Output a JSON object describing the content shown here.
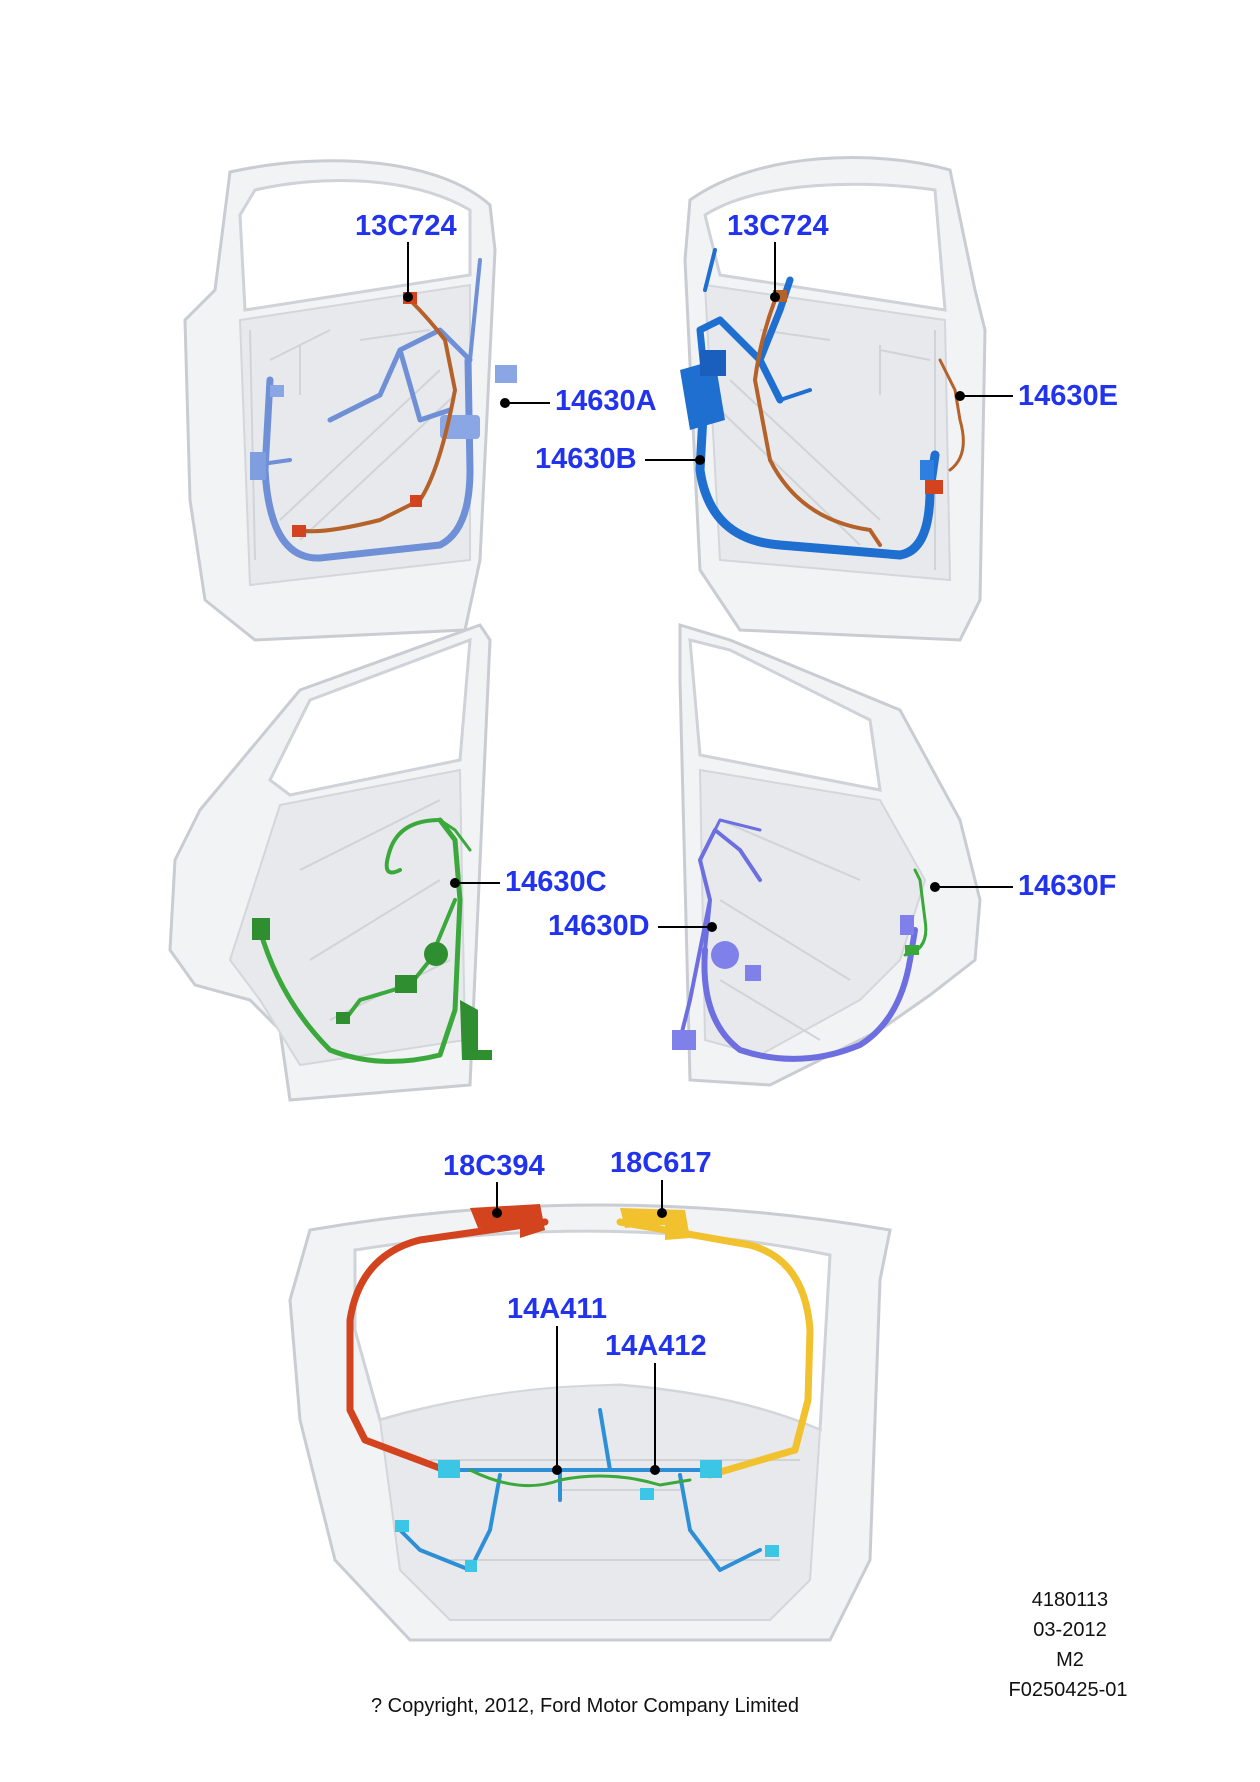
{
  "colors": {
    "callout": "#2233ee",
    "harness_front_left": "#6f8fd6",
    "harness_front_right": "#1f6fd0",
    "harness_rear_left": "#3aa83a",
    "harness_rear_right": "#6d6ee0",
    "harness_red": "#d2431e",
    "harness_orange": "#b5622a",
    "harness_yellow": "#f2c12e",
    "harness_tailgate_blue": "#2d8fd6",
    "connector_cyan": "#3cc6e6"
  },
  "callouts": {
    "front_left_mirror": "13C724",
    "front_right_mirror": "13C724",
    "front_left_harness": "14630A",
    "front_right_harness": "14630B",
    "front_right_aux": "14630E",
    "rear_left_harness": "14630C",
    "rear_right_harness": "14630D",
    "rear_right_aux": "14630F",
    "tailgate_left": "18C394",
    "tailgate_right": "18C617",
    "tailgate_center_a": "14A411",
    "tailgate_center_b": "14A412"
  },
  "info": {
    "line1": "4180113",
    "line2": "03-2012",
    "line3": "M2",
    "line4": "F0250425-01"
  },
  "copyright": "? Copyright, 2012, Ford Motor Company Limited"
}
